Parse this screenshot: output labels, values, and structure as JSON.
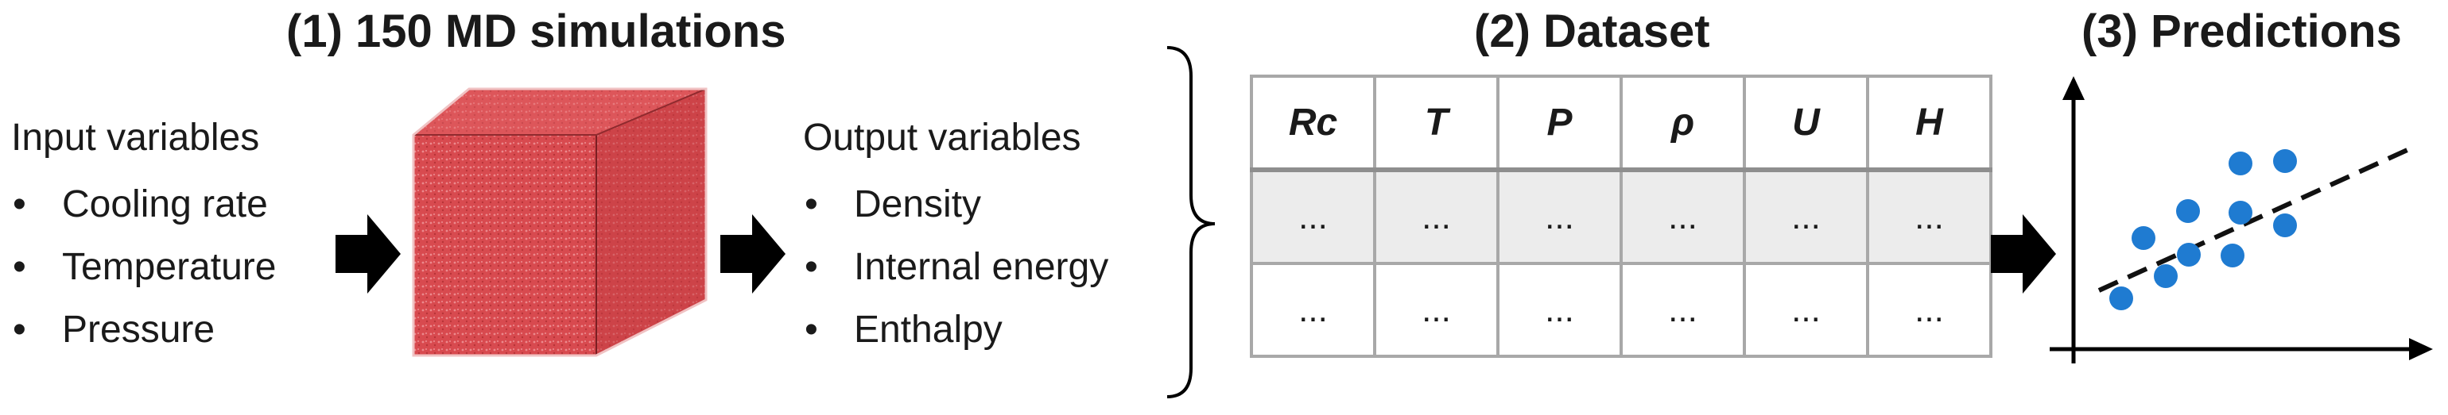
{
  "titles": {
    "step1": "(1) 150 MD simulations",
    "step2": "(2) Dataset",
    "step3": "(3) Predictions"
  },
  "inputs": {
    "title": "Input variables",
    "items": [
      "Cooling rate",
      "Temperature",
      "Pressure"
    ]
  },
  "outputs": {
    "title": "Output variables",
    "items": [
      "Density",
      "Internal energy",
      "Enthalpy"
    ]
  },
  "table": {
    "headers": [
      "Rc",
      "T",
      "P",
      "ρ",
      "U",
      "H"
    ],
    "rows": [
      [
        "...",
        "...",
        "...",
        "...",
        "...",
        "..."
      ],
      [
        "...",
        "...",
        "...",
        "...",
        "...",
        "..."
      ]
    ]
  },
  "colors": {
    "cube": "#d84a4f",
    "points": "#1f7bd1",
    "arrow": "#000000",
    "grid": "#a8a8a8",
    "row_highlight": "#ececec"
  },
  "icons": {
    "arrow": "arrow-right-icon",
    "cube": "simulation-cube-icon",
    "brace": "curly-brace-icon"
  }
}
